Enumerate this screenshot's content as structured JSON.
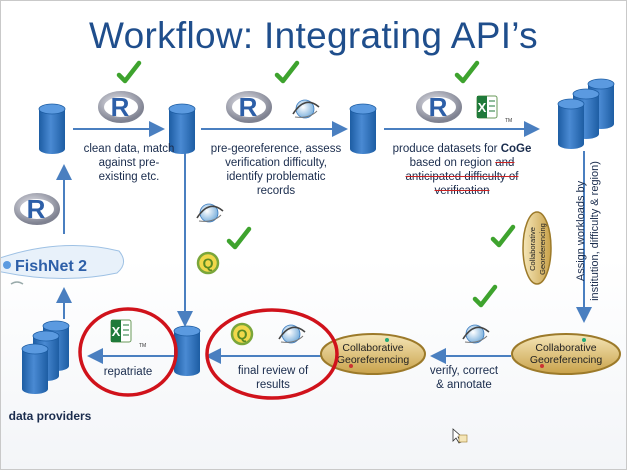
{
  "title": "Workflow: Integrating API’s",
  "steps": {
    "clean": "clean data, match against pre-existing etc.",
    "pregeo_1": "pre-georeference, assess",
    "pregeo_2": "verification difficulty,",
    "pregeo_3": "identify problematic",
    "pregeo_4": "records",
    "produce_1a": "produce datasets for ",
    "produce_1b": "CoGe",
    "produce_2a": "based on region ",
    "produce_2b": "and",
    "produce_3": "anticipated difficulty of",
    "produce_4": "verification",
    "assign": "Assign workloads by institution, difficulty & region)",
    "verify": "verify, correct & annotate",
    "final_review": "final review of results",
    "repatriate": "repatriate",
    "data_providers": "data providers"
  },
  "logos": {
    "fishnet": "FishNet 2",
    "collab_line1": "Collaborative",
    "collab_line2": "Georeferencing",
    "excel_tm": "TM"
  },
  "colors": {
    "title": "#1f4e8c",
    "arrow": "#4a7fc0",
    "database": "#2e6fb4",
    "check": "#3ea32e",
    "highlight_circle": "#d0121b"
  },
  "icons": [
    "r-logo-icon",
    "excel-icon",
    "globe-icon",
    "qgis-icon",
    "fishnet-logo",
    "collaborative-georeferencing-logo",
    "checkmark-icon",
    "database-icon",
    "cursor-icon"
  ]
}
